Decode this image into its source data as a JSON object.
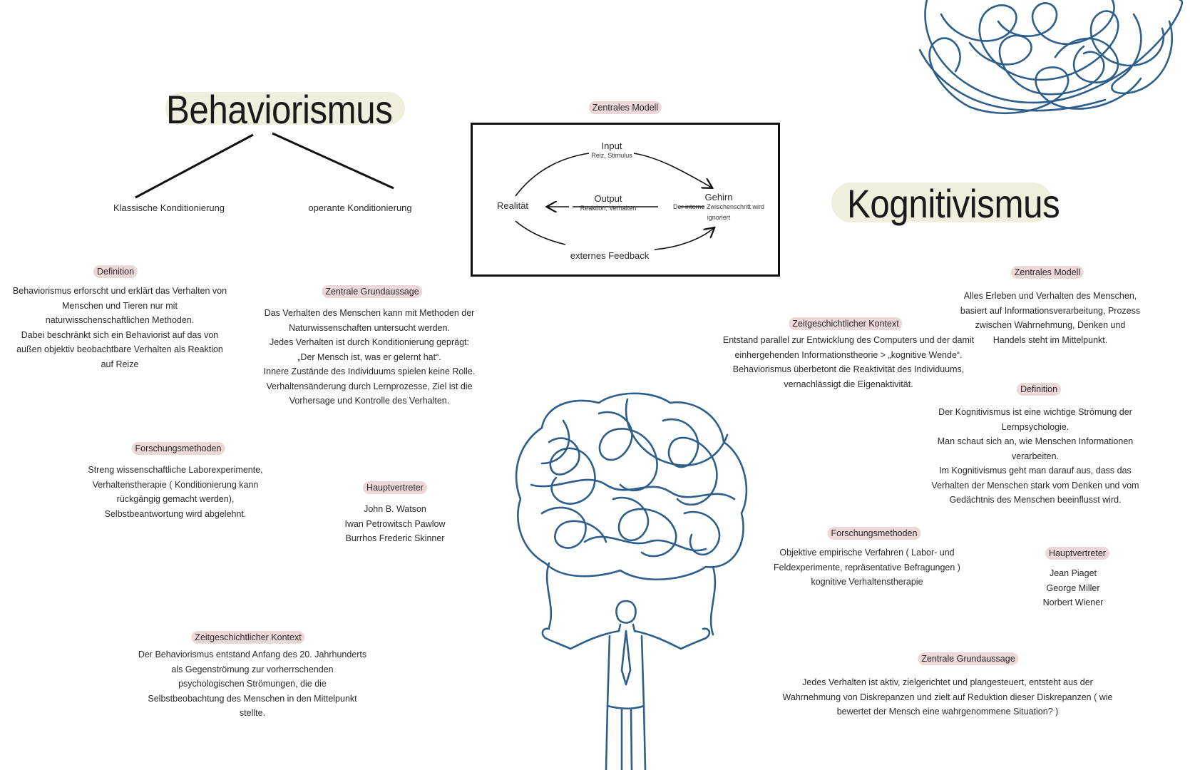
{
  "colors": {
    "accent_highlight": "#ecd8d6",
    "title_highlight": "#f0eedd",
    "doodle_blue": "#2d5f8a",
    "text": "#2a2a2a"
  },
  "behaviorismus": {
    "title": "Behaviorismus",
    "branches": [
      "Klassische Konditionierung",
      "operante Konditionierung"
    ],
    "definition": {
      "label": "Definition",
      "lines": [
        "Behaviorismus erforscht und erklärt das Verhalten von",
        "Menschen und Tieren nur mit",
        "naturwisschenschaftlichen Methoden.",
        "Dabei beschränkt sich ein Behaviorist auf das von",
        "außen objektiv beobachtbare Verhalten als Reaktion",
        "auf Reize"
      ]
    },
    "grundaussage": {
      "label": "Zentrale Grundaussage",
      "lines": [
        "Das Verhalten des Menschen kann mit Methoden der",
        "Naturwissenschaften untersucht werden.",
        "Jedes Verhalten ist durch Konditionierung geprägt:",
        "„Der Mensch ist, was er gelernt hat“.",
        "Innere Zustände des Individuums spielen keine Rolle.",
        "Verhaltensänderung durch Lernprozesse, Ziel ist die",
        "Vorhersage und Kontrolle des Verhalten."
      ]
    },
    "forschungsmethoden": {
      "label": "Forschungsmethoden",
      "lines": [
        "Streng wissenschaftliche Laborexperimente,",
        "Verhaltenstherapie ( Konditionierung kann",
        "rückgängig gemacht werden),",
        "Selbstbeantwortung wird abgelehnt."
      ]
    },
    "hauptvertreter": {
      "label": "Hauptvertreter",
      "lines": [
        "John B. Watson",
        "Iwan Petrowitsch Pawlow",
        "Burrhos Frederic Skinner"
      ]
    },
    "kontext": {
      "label": "Zeitgeschichtlicher Kontext",
      "lines": [
        "Der Behaviorismus entstand Anfang des 20. Jahrhunderts",
        "als Gegenströmung zur vorherrschenden",
        "psychologischen Strömungen, die die",
        "Selbstbeobachtung des Menschen in den Mittelpunkt",
        "stellte."
      ]
    }
  },
  "modell": {
    "label": "Zentrales Modell",
    "input": "Input",
    "input_sub": "Reiz, Stimulus",
    "realitaet": "Realität",
    "output": "Output",
    "output_sub": "Reaktion, Verhalten",
    "gehirn": "Gehirn",
    "gehirn_sub_1": "Der interne Zwischenschritt wird",
    "gehirn_sub_2": "ignoriert",
    "feedback": "externes Feedback"
  },
  "kognitivismus": {
    "title": "Kognitivismus",
    "modell": {
      "label": "Zentrales Modell",
      "lines": [
        "Alles Erleben und Verhalten des Menschen,",
        "basiert auf Informationsverarbeitung, Prozess",
        "zwischen Wahrnehmung, Denken und",
        "Handels steht im Mittelpunkt."
      ]
    },
    "kontext": {
      "label": "Zeitgeschichtlicher Kontext",
      "lines": [
        "Entstand parallel zur Entwicklung des Computers und der damit",
        "einhergehenden Informationstheorie > „kognitive Wende“.",
        "Behaviorismus überbetont die Reaktivität des Individuums,",
        "vernachlässigt die Eigenaktivität."
      ]
    },
    "definition": {
      "label": "Definition",
      "lines": [
        "Der Kognitivismus ist eine wichtige Strömung der",
        "Lernpsychologie.",
        "Man schaut sich an, wie Menschen Informationen",
        "verarbeiten.",
        "Im Kognitivismus geht man darauf aus, dass das",
        "Verhalten der Menschen stark vom Denken und vom",
        "Gedächtnis des Menschen beeinflusst wird."
      ]
    },
    "forschungsmethoden": {
      "label": "Forschungsmethoden",
      "lines": [
        "Objektive empirische Verfahren ( Labor- und",
        "Feldexperimente, repräsentative Befragungen )",
        "kognitive Verhaltenstherapie"
      ]
    },
    "hauptvertreter": {
      "label": "Hauptvertreter",
      "lines": [
        "Jean Piaget",
        "George Miller",
        "Norbert Wiener"
      ]
    },
    "grundaussage": {
      "label": "Zentrale Grundaussage",
      "lines": [
        "Jedes Verhalten ist aktiv, zielgerichtet und plangesteuert, entsteht aus der",
        "Wahrnehmung von Diskrepanzen und zielt auf Reduktion dieser Diskrepanzen ( wie",
        "bewertet der Mensch eine wahrgenommene Situation? )"
      ]
    }
  }
}
